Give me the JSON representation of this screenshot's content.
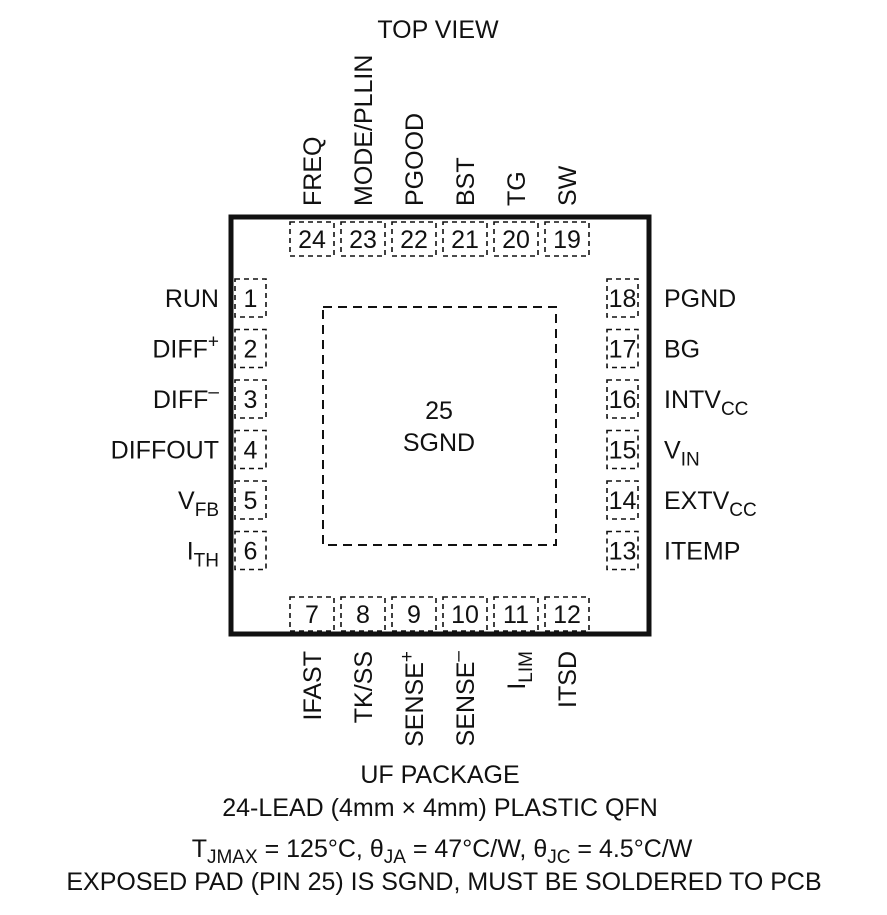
{
  "title": "TOP VIEW",
  "package": {
    "name": "UF PACKAGE",
    "description": "24-LEAD (4mm × 4mm) PLASTIC QFN",
    "thermal": {
      "tj_symbol": "T",
      "tj_sub": "JMAX",
      "tj_value": " = 125°C, ",
      "theta_symbol": "θ",
      "ja_sub": "JA",
      "ja_value": " = 47°C/W, ",
      "jc_sub": "JC",
      "jc_value": " = 4.5°C/W"
    },
    "note": "EXPOSED PAD (PIN 25) IS SGND, MUST BE SOLDERED TO PCB"
  },
  "exposed_pad": {
    "number": "25",
    "label": "SGND"
  },
  "pins": {
    "left": [
      {
        "num": "1",
        "name": "RUN"
      },
      {
        "num": "2",
        "name": "DIFF",
        "sup": "+"
      },
      {
        "num": "3",
        "name": "DIFF",
        "sup": "–"
      },
      {
        "num": "4",
        "name": "DIFFOUT"
      },
      {
        "num": "5",
        "name": "V",
        "sub": "FB"
      },
      {
        "num": "6",
        "name": "I",
        "sub": "TH"
      }
    ],
    "bottom": [
      {
        "num": "7",
        "name": "IFAST"
      },
      {
        "num": "8",
        "name": "TK/SS"
      },
      {
        "num": "9",
        "name": "SENSE",
        "sup": "+"
      },
      {
        "num": "10",
        "name": "SENSE",
        "sup": "–"
      },
      {
        "num": "11",
        "name": "I",
        "sub": "LIM"
      },
      {
        "num": "12",
        "name": "ITSD"
      }
    ],
    "right": [
      {
        "num": "18",
        "name": "PGND"
      },
      {
        "num": "17",
        "name": "BG"
      },
      {
        "num": "16",
        "name": "INTV",
        "sub": "CC"
      },
      {
        "num": "15",
        "name": "V",
        "sub": "IN"
      },
      {
        "num": "14",
        "name": "EXTV",
        "sub": "CC"
      },
      {
        "num": "13",
        "name": "ITEMP"
      }
    ],
    "top": [
      {
        "num": "24",
        "name": "FREQ"
      },
      {
        "num": "23",
        "name": "MODE/PLLIN"
      },
      {
        "num": "22",
        "name": "PGOOD"
      },
      {
        "num": "21",
        "name": "BST"
      },
      {
        "num": "20",
        "name": "TG"
      },
      {
        "num": "19",
        "name": "SW"
      }
    ]
  }
}
